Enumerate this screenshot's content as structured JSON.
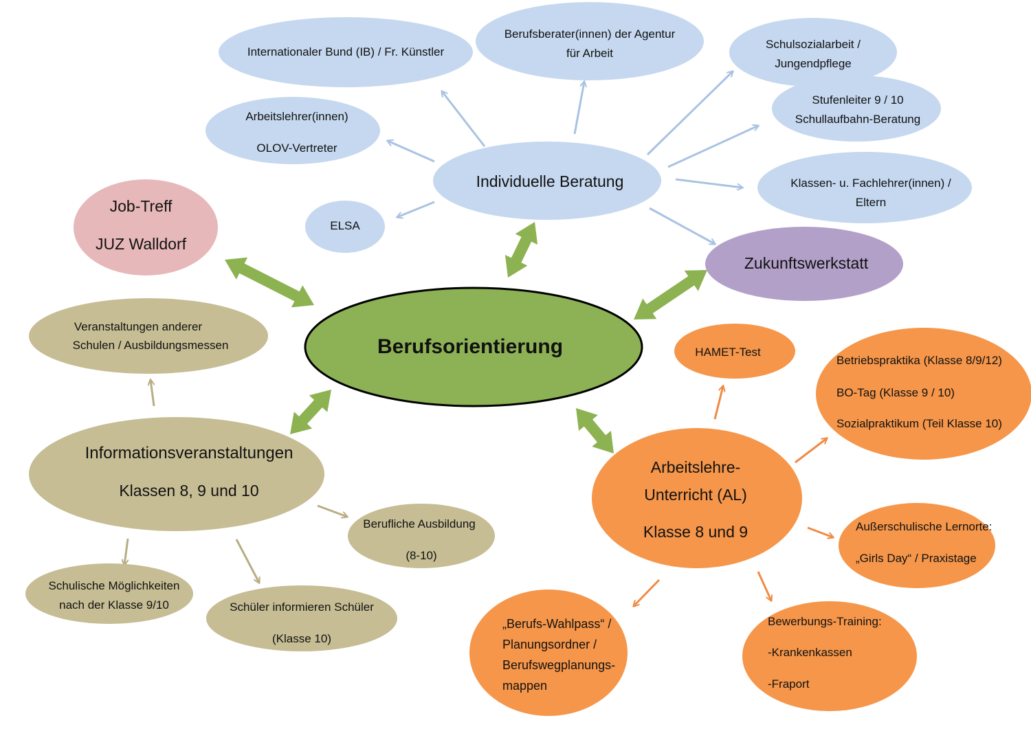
{
  "colors": {
    "blue": "#c5d8ef",
    "blue_arrow": "#a9c2e2",
    "green": "#8db255",
    "green_arrow": "#8cb251",
    "pink": "#e7b8b9",
    "purple": "#b3a0c9",
    "tan": "#c6bd94",
    "tan_arrow": "#b7ad85",
    "orange": "#f5964a",
    "orange_arrow": "#ef8b45"
  },
  "nodes": {
    "center": "Berufsorientierung",
    "individuelle_beratung": "Individuelle Beratung",
    "ib_kuenstler": "Internationaler Bund (IB) / Fr. Künstler",
    "agentur": [
      "Berufsberater(innen) der Agentur",
      "für Arbeit"
    ],
    "schulsozialarbeit": [
      "Schulsozialarbeit /",
      "Jungendpflege"
    ],
    "arbeitslehrer": [
      "Arbeitslehrer(innen)",
      "OLOV-Vertreter"
    ],
    "stufenleiter": [
      "Stufenleiter 9 / 10",
      "Schullaufbahn-Beratung"
    ],
    "klassenlehrer": [
      "Klassen- u. Fachlehrer(innen) /",
      "Eltern"
    ],
    "elsa": "ELSA",
    "job_treff": [
      "Job-Treff",
      "JUZ Walldorf"
    ],
    "zukunftswerkstatt": "Zukunftswerkstatt",
    "veranstaltungen": [
      "Veranstaltungen anderer",
      "Schulen / Ausbildungsmessen"
    ],
    "informationsveranstaltungen": [
      "Informationsveranstaltungen",
      "Klassen 8, 9 und 10"
    ],
    "berufliche_ausbildung": [
      "Berufliche Ausbildung",
      "(8-10)"
    ],
    "schulische": [
      "Schulische Möglichkeiten",
      "nach der Klasse 9/10"
    ],
    "schueler": [
      "Schüler informieren Schüler",
      "(Klasse 10)"
    ],
    "hamet": "HAMET-Test",
    "betriebspraktika": [
      "Betriebspraktika (Klasse 8/9/12)",
      "BO-Tag (Klasse 9 / 10)",
      "Sozialpraktikum (Teil Klasse 10)"
    ],
    "arbeitslehre": [
      "Arbeitslehre-",
      "Unterricht (AL)",
      "Klasse 8 und 9"
    ],
    "ausserschulische": [
      "Außerschulische Lernorte:",
      "„Girls Day“ / Praxistage"
    ],
    "wahlpass": [
      "„Berufs-Wahlpass“ /",
      "Planungsordner /",
      "Berufswegplanungs-",
      "mappen"
    ],
    "bewerbung": [
      "Bewerbungs-Training:",
      "-Krankenkassen",
      "-Fraport"
    ]
  }
}
